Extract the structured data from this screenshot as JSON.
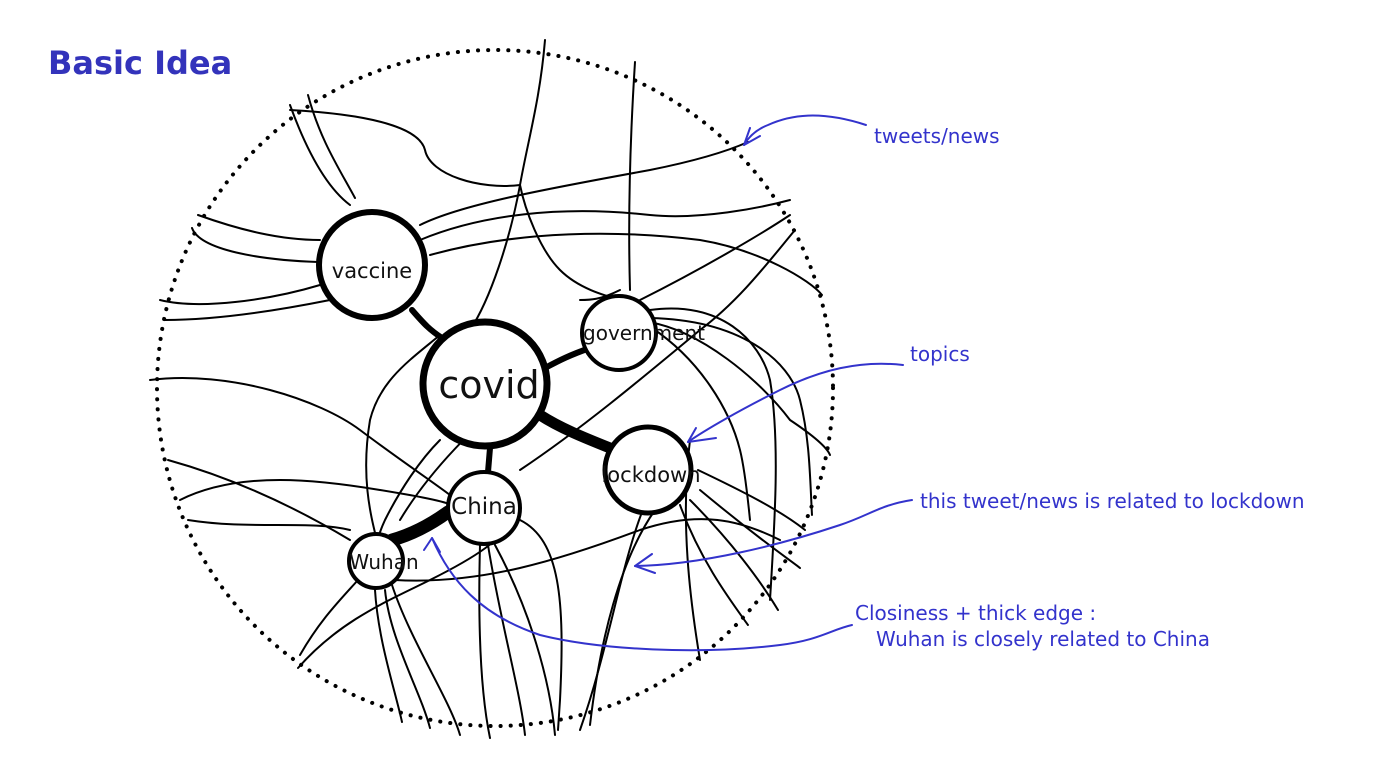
{
  "title": "Basic Idea",
  "nodes": {
    "vaccine": "vaccine",
    "covid": "covid",
    "government": "government",
    "lockdown": "lockdown",
    "china": "China",
    "wuhan": "Wuhan"
  },
  "annotations": {
    "tweets": "tweets/news",
    "topics": "topics",
    "related": "this tweet/news is related to lockdown",
    "closeness_line1": "Closiness + thick edge :",
    "closeness_line2": "Wuhan is closely related to China"
  },
  "colors": {
    "title": "#3333bb",
    "annotation": "#3333cc",
    "ink": "#000000"
  }
}
